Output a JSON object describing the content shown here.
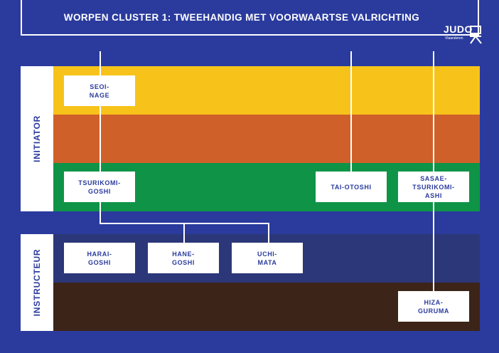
{
  "header": {
    "title": "WORPEN CLUSTER 1: TWEEHANDIG MET VOORWAARTSE VALRICHTING",
    "logo_text": "JUDO",
    "logo_subtext": "Vlaanderen"
  },
  "sections": {
    "initiator_label": "INITIATOR",
    "instructeur_label": "INSTRUCTEUR"
  },
  "belt_colors": {
    "yellow": "#f7c31a",
    "orange": "#d0602a",
    "green": "#0f9447",
    "blue": "#2c3779",
    "brown": "#3c2418",
    "background": "#2a3b9d"
  },
  "techniques": {
    "seoi_nage": "SEOI-\nNAGE",
    "tsurikomi_goshi": "TSURIKOMI-\nGOSHI",
    "tai_otoshi": "TAI-OTOSHI",
    "sasae_tsurikomi_ashi": "SASAE-\nTSURIKOMI-\nASHI",
    "harai_goshi": "HARAI-\nGOSHI",
    "hane_goshi": "HANE-\nGOSHI",
    "uchi_mata": "UCHI-\nMATA",
    "hiza_guruma": "HIZA-\nGURUMA"
  }
}
